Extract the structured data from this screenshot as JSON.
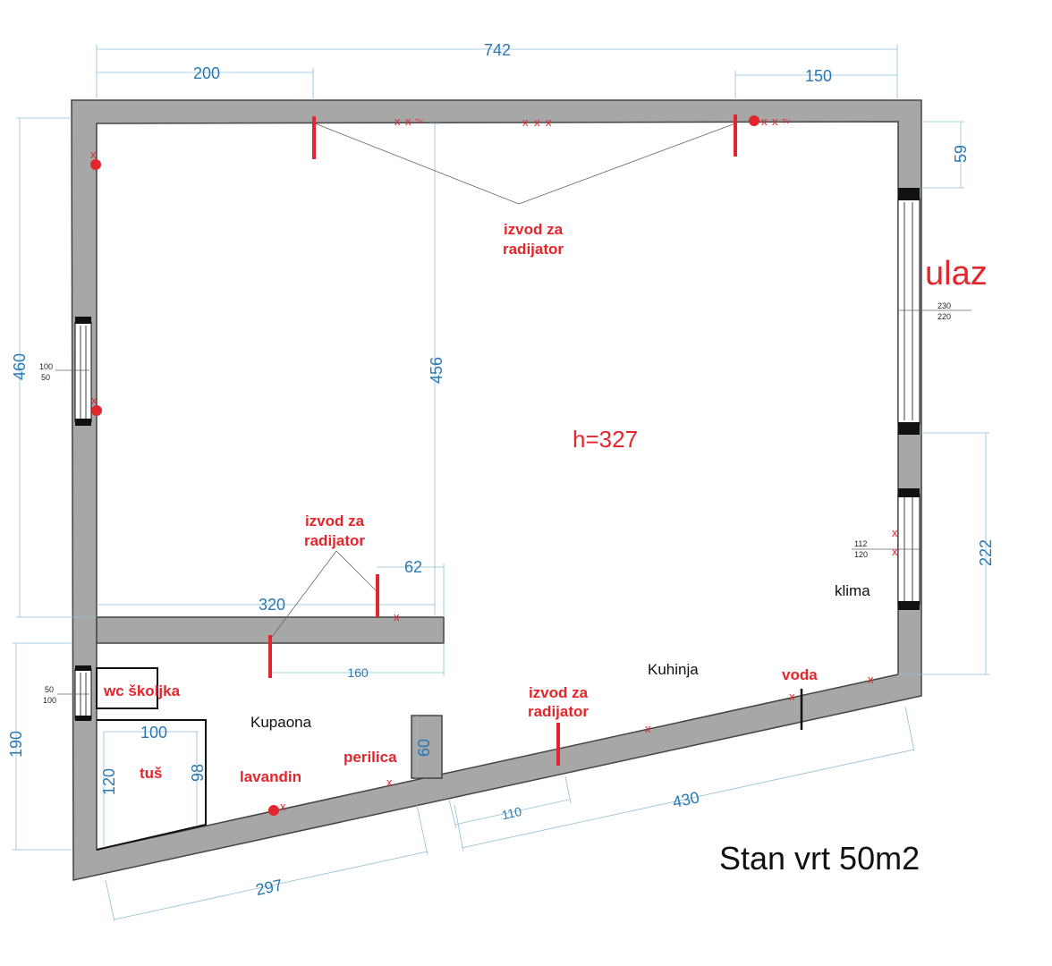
{
  "dimensions": {
    "total_width": "742",
    "top_left": "200",
    "top_right": "150",
    "right_top": "59",
    "right_lower": "222",
    "left_height": "460",
    "inner_height": "456",
    "partition": "320",
    "partition_stub": "62",
    "partition_lower": "160",
    "bath_height": "190",
    "shower_width": "100",
    "shower_left": "120",
    "shower_right": "98",
    "column": "60",
    "bottom_left": "297",
    "bottom_mid": "110",
    "bottom_right": "430"
  },
  "window_labels": {
    "left_window": [
      "100",
      "50"
    ],
    "entrance": [
      "230",
      "220"
    ],
    "right_window": [
      "112",
      "120"
    ],
    "bath_window": [
      "50",
      "100"
    ]
  },
  "labels": {
    "radiator_top": [
      "izvod za",
      "radijator"
    ],
    "radiator_partition": [
      "izvod za",
      "radijator"
    ],
    "radiator_bottom": [
      "izvod za",
      "radijator"
    ],
    "entrance": "ulaz",
    "ceiling_height": "h=327",
    "klima": "klima",
    "kuhinja": "Kuhinja",
    "voda": "voda",
    "kupaona": "Kupaona",
    "wc": "wc školjka",
    "tus": "tuš",
    "lavandin": "lavandin",
    "perilica": "perilica",
    "title": "Stan vrt 50m2"
  },
  "markers": {
    "x": "x",
    "tv": "TV"
  },
  "colors": {
    "wall": "#a7a7a7",
    "dimension": "#2a78b3",
    "annotation": "#e3262c"
  }
}
